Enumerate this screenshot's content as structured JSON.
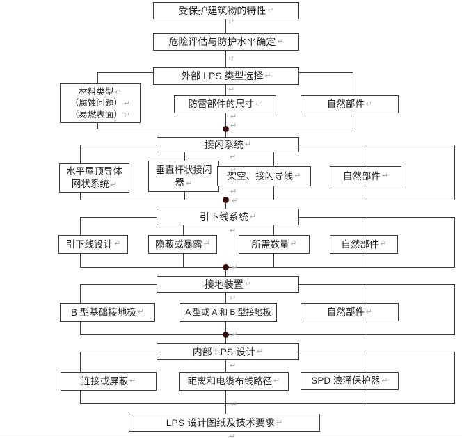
{
  "marks": {
    "crlf": "↵"
  },
  "colors": {
    "line": "#3c3c3c",
    "border": "#3c3c3c",
    "text": "#1f1f1f",
    "dot": "#380c0c",
    "mark": "#a8a8a8",
    "pageline": "#6e6e6e"
  },
  "nodes": {
    "protected_building": {
      "label": "受保护建筑物的特性"
    },
    "risk_assessment": {
      "label": "危险评估与防护水平确定"
    },
    "external_lps_type": {
      "label": "外部 LPS 类型选择"
    },
    "material_type": {
      "lines": [
        "材料类型",
        "（腐蚀问题）",
        "（易燃表面）"
      ]
    },
    "component_dimensions": {
      "label": "防雷部件的尺寸"
    },
    "natural_components_1": {
      "label": "自然部件"
    },
    "air_termination_system": {
      "label": "接闪系统"
    },
    "roof_mesh": {
      "lines": [
        "水平屋顶导体",
        "网状系统"
      ]
    },
    "vertical_rod": {
      "lines": [
        "垂直杆状接闪",
        "器"
      ]
    },
    "overhead_wires": {
      "label": "架空、接闪导线"
    },
    "natural_components_2": {
      "label": "自然部件"
    },
    "down_conductor_system": {
      "label": "引下线系统"
    },
    "down_conductor_design": {
      "label": "引下线设计"
    },
    "concealed_or_exposed": {
      "label": "隐蔽或暴露"
    },
    "required_quantity": {
      "label": "所需数量"
    },
    "natural_components_3": {
      "label": "自然部件"
    },
    "earthing_system": {
      "label": "接地装置"
    },
    "type_b_electrode": {
      "label": "B 型基础接地极"
    },
    "type_a_or_ab_electrode": {
      "label": "A 型或 A 和 B 型接地极"
    },
    "natural_components_4": {
      "label": "自然部件"
    },
    "internal_lps_design": {
      "label": "内部 LPS 设计"
    },
    "bonding_or_shielding": {
      "label": "连接或屏蔽"
    },
    "cable_routing": {
      "label": "距离和电缆布线路径"
    },
    "spd_protector": {
      "label": "SPD 浪涌保护器"
    },
    "lps_drawings": {
      "label": "LPS 设计图纸及技术要求"
    }
  }
}
